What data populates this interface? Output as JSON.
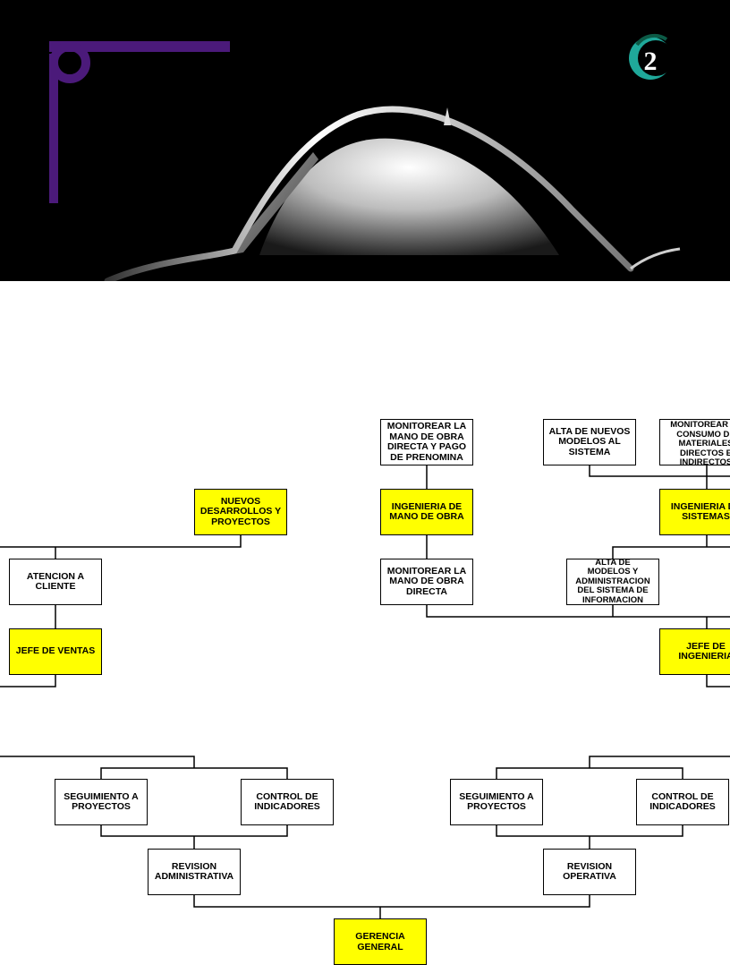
{
  "header": {
    "logo_number": "2",
    "colors": {
      "background": "#000000",
      "bracket": "#4b1a7a",
      "logo": "#1fa89a"
    }
  },
  "chart": {
    "colors": {
      "highlight": "#ffff00",
      "normal": "#ffffff",
      "line": "#000000"
    },
    "boxes": {
      "monitorear_mano_obra_prenomina": "MONITOREAR LA\nMANO DE OBRA\nDIRECTA Y PAGO\nDE PRENOMINA",
      "alta_nuevos_modelos": "ALTA DE NUEVOS\nMODELOS AL\nSISTEMA",
      "monitorear_consumo_materiales": "MONITOREAR EL\nCONSUMO DE\nMATERIALES\nDIRECTOS E\nINDIRECTOS",
      "nuevos_desarrollos": "NUEVOS\nDESARROLLOS Y\nPROYECTOS",
      "ingenieria_mano_obra": "INGENIERIA DE\nMANO DE OBRA",
      "ingenieria_sistemas": "INGENIERIA DE\nSISTEMAS",
      "atencion_cliente": "ATENCION A\nCLIENTE",
      "monitorear_mano_obra_directa": "MONITOREAR  LA\nMANO DE OBRA\nDIRECTA",
      "alta_modelos_admin": "ALTA DE\nMODELOS  Y\nADMINISTRACION\nDEL SISTEMA DE\nINFORMACION",
      "jefe_ventas": "JEFE DE VENTAS",
      "jefe_ingenieria": "JEFE DE\nINGENIERIA",
      "seguimiento_proyectos_left": "SEGUIMIENTO A\nPROYECTOS",
      "control_indicadores_left": "CONTROL DE\nINDICADORES",
      "seguimiento_proyectos_right": "SEGUIMIENTO A\nPROYECTOS",
      "control_indicadores_right": "CONTROL DE\nINDICADORES",
      "revision_administrativa": "REVISION\nADMINISTRATIVA",
      "revision_operativa": "REVISION\nOPERATIVA",
      "gerencia_general": "GERENCIA\nGENERAL"
    }
  }
}
